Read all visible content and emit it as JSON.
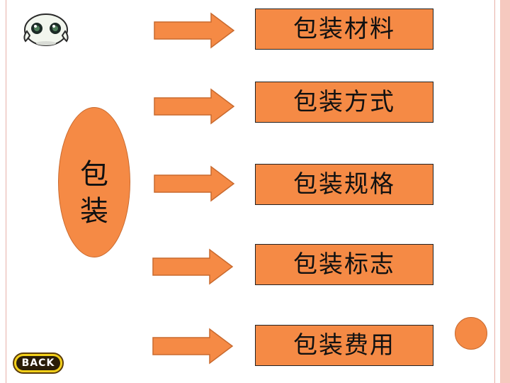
{
  "oval": {
    "char1": "包",
    "char2": "装"
  },
  "items": [
    {
      "label": "包装材料"
    },
    {
      "label": "包装方式"
    },
    {
      "label": "包装规格"
    },
    {
      "label": "包装标志"
    },
    {
      "label": "包装费用"
    }
  ],
  "back_button": {
    "label": "BACK"
  },
  "colors": {
    "accent": "#f58a45",
    "border": "#e8b0a8"
  }
}
